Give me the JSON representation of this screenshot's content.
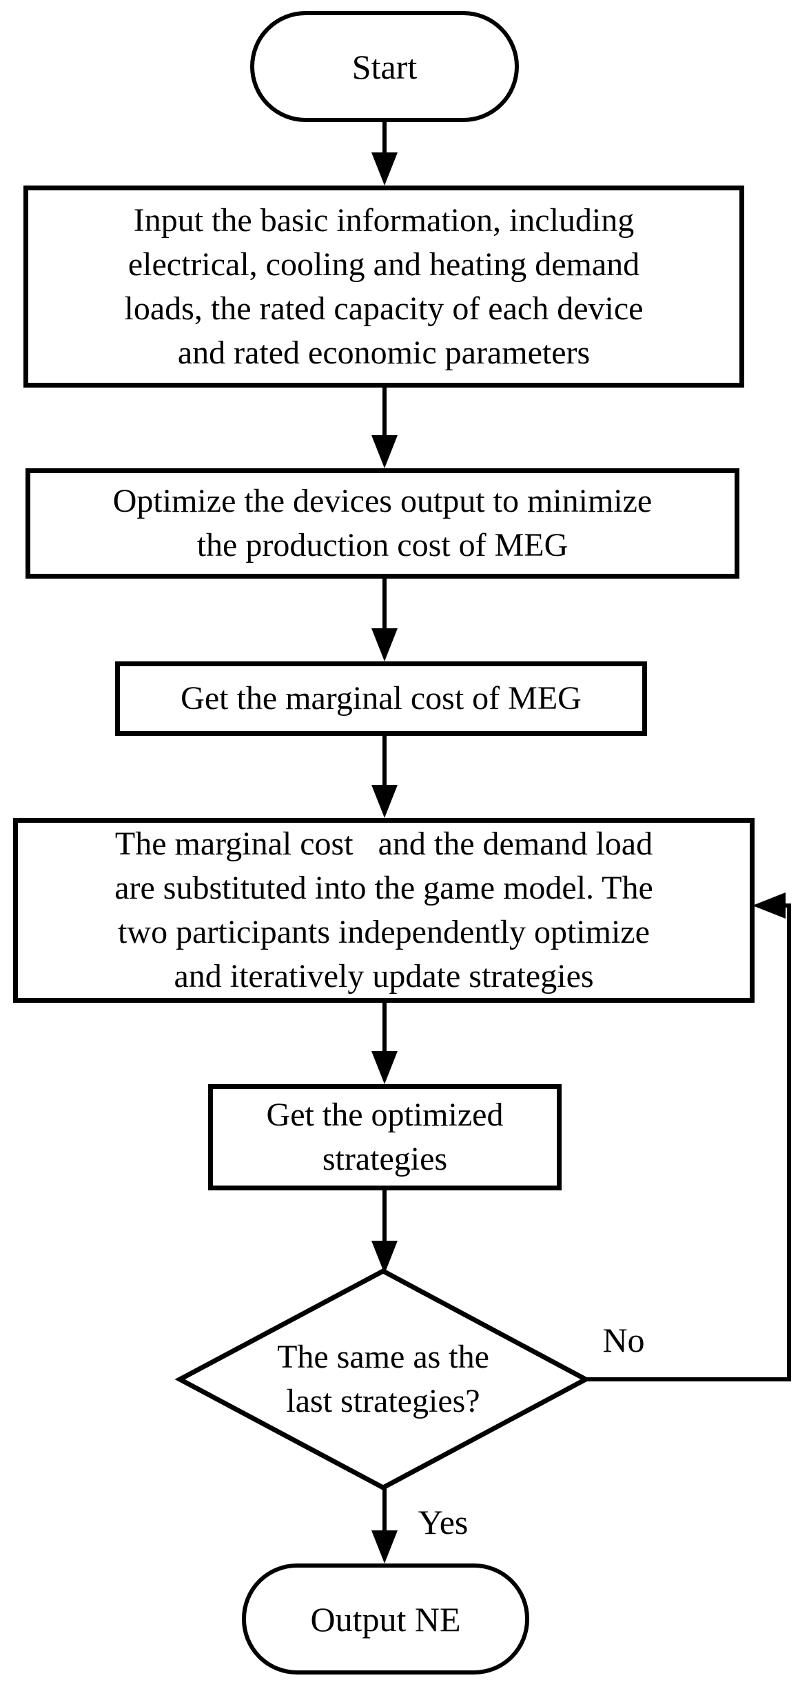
{
  "diagram": {
    "type": "flowchart",
    "colors": {
      "stroke": "#000000",
      "fill": "#ffffff",
      "text": "#000000"
    },
    "nodes": {
      "start": {
        "shape": "terminator",
        "label": "Start"
      },
      "input_info": {
        "shape": "process",
        "label": "Input the basic information, including\nelectrical, cooling and heating demand\nloads, the rated capacity of each device\nand rated economic parameters"
      },
      "optimize_output": {
        "shape": "process",
        "label": "Optimize the devices output to minimize\nthe production cost of MEG"
      },
      "marginal_cost": {
        "shape": "process",
        "label": "Get the marginal cost of MEG"
      },
      "game_model": {
        "shape": "process",
        "label": "The marginal cost   and the demand load\nare substituted into the game model. The\ntwo participants independently optimize\nand iteratively update strategies"
      },
      "optimized_strategies": {
        "shape": "process",
        "label": "Get the optimized\nstrategies"
      },
      "same_as_last": {
        "shape": "decision",
        "label": "The same as the\nlast strategies?"
      },
      "output_ne": {
        "shape": "terminator",
        "label": "Output NE"
      }
    },
    "edges": [
      {
        "from": "start",
        "to": "input_info",
        "label": ""
      },
      {
        "from": "input_info",
        "to": "optimize_output",
        "label": ""
      },
      {
        "from": "optimize_output",
        "to": "marginal_cost",
        "label": ""
      },
      {
        "from": "marginal_cost",
        "to": "game_model",
        "label": ""
      },
      {
        "from": "game_model",
        "to": "optimized_strategies",
        "label": ""
      },
      {
        "from": "optimized_strategies",
        "to": "same_as_last",
        "label": ""
      },
      {
        "from": "same_as_last",
        "to": "game_model",
        "label": "No"
      },
      {
        "from": "same_as_last",
        "to": "output_ne",
        "label": "Yes"
      }
    ],
    "edge_labels": {
      "no": "No",
      "yes": "Yes"
    }
  }
}
